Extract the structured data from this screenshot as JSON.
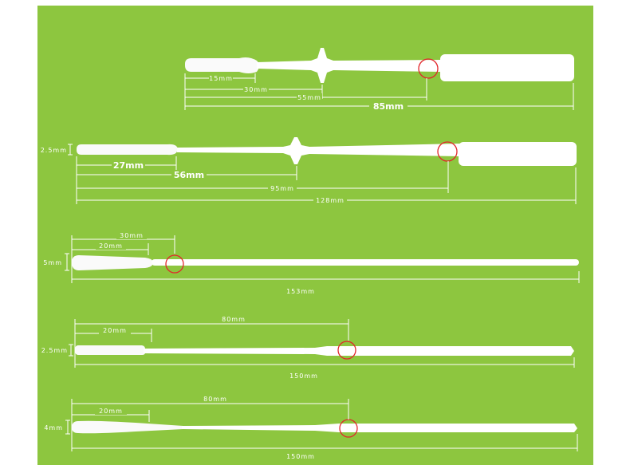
{
  "colors": {
    "panel": "#8dc63f",
    "swab": "#ffffff",
    "break_point_circle": "#e2262b",
    "dimension_lines": "#ffffff"
  },
  "swabs": [
    {
      "id": "swab-1",
      "head_diameter": "",
      "length_labels": [
        "15mm",
        "30mm",
        "55mm",
        "85mm"
      ]
    },
    {
      "id": "swab-2",
      "head_diameter": "2.5mm",
      "length_labels": [
        "27mm",
        "56mm",
        "95mm",
        "128mm"
      ]
    },
    {
      "id": "swab-3",
      "head_diameter": "5mm",
      "length_labels": [
        "30mm",
        "20mm",
        "153mm"
      ]
    },
    {
      "id": "swab-4",
      "head_diameter": "2.5mm",
      "length_labels": [
        "80mm",
        "20mm",
        "150mm"
      ]
    },
    {
      "id": "swab-5",
      "head_diameter": "4mm",
      "length_labels": [
        "80mm",
        "20mm",
        "150mm"
      ]
    }
  ]
}
